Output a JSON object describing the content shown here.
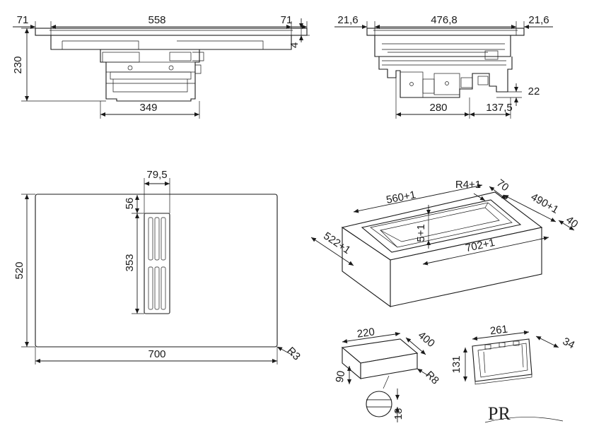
{
  "views": {
    "top_left": {
      "dims": {
        "left_offset": "71",
        "width": "558",
        "right_offset": "71",
        "height": "230",
        "thickness": "4",
        "base_width": "349"
      }
    },
    "top_right": {
      "dims": {
        "left_offset": "21,6",
        "width": "476,8",
        "right_offset": "21,6",
        "depth": "22",
        "base_width": "280",
        "side": "137,5"
      }
    },
    "plan": {
      "dims": {
        "vent_width": "79,5",
        "vent_offset": "56",
        "vent_length": "353",
        "height": "520",
        "width": "700",
        "corner": "R3"
      }
    },
    "cutout": {
      "dims": {
        "cut_width": "560+1",
        "radius": "R4+1",
        "step": "70",
        "cut_depth": "490+1",
        "side": "40",
        "depth": "5+1",
        "outer_depth": "522+1",
        "outer_width": "702+1"
      }
    },
    "box": {
      "dims": {
        "width": "220",
        "depth": "400",
        "height": "90",
        "radius": "R8",
        "detail": "18"
      }
    },
    "bracket": {
      "dims": {
        "width": "261",
        "depth": "34",
        "height": "131"
      }
    }
  },
  "logo": {
    "text": "PR"
  }
}
